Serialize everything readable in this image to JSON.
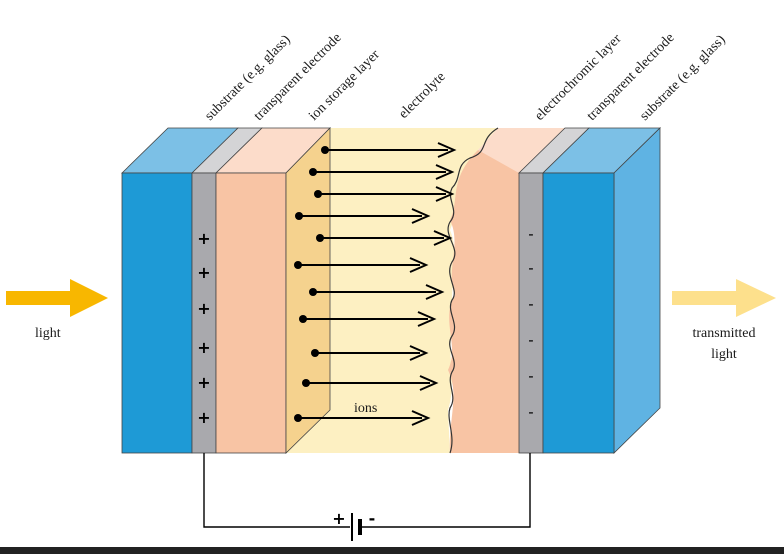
{
  "labels": {
    "substrate_left": "substrate (e.g. glass)",
    "transparent_electrode_left": "transparent electrode",
    "ion_storage_layer": "ion storage layer",
    "electrolyte": "electrolyte",
    "electrochromic_layer": "electrochromic layer",
    "transparent_electrode_right": "transparent electrode",
    "substrate_right": "substrate (e.g. glass)",
    "light_in": "light",
    "transmitted_line1": "transmitted",
    "transmitted_line2": "light",
    "ions": "ions"
  },
  "signs": {
    "plus": "+",
    "minus": "-"
  },
  "battery": {
    "plus": "+",
    "minus": "-"
  },
  "colors": {
    "substrate_front": "#1e9ad6",
    "substrate_top": "#7cc0e6",
    "substrate_side": "#5fb3e3",
    "electrode_front": "#a9a9ad",
    "electrode_top": "#d4d4d6",
    "ion_storage_front": "#f8c4a4",
    "ion_storage_top": "#fcdcca",
    "electrolyte_fill": "#fdf0c2",
    "ion_storage_side": "#f5d28e",
    "light_arrow": "#f8b700",
    "transmitted_arrow": "#fde08c"
  }
}
